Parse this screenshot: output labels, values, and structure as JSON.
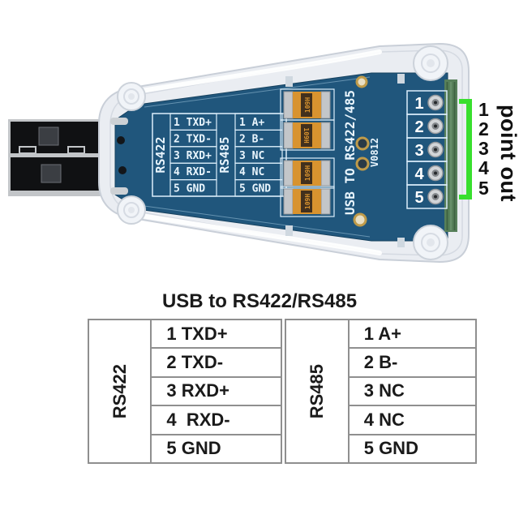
{
  "product": {
    "pcb": {
      "silk_table": {
        "rs422_label": "RS422",
        "rs485_label": "RS485",
        "rs422_pins": [
          "1 TXD+",
          "2 TXD-",
          "3 RXD+",
          "4 RXD-",
          "5 GND"
        ],
        "rs485_pins": [
          "1 A+",
          "2 B-",
          "3 NC",
          "4 NC",
          "5 GND"
        ]
      },
      "marking_main": "USB TO RS422/485",
      "marking_version": "V0812",
      "fuse_label": "109H",
      "terminal_pin_numbers": [
        "1",
        "2",
        "3",
        "4",
        "5"
      ]
    },
    "callout": {
      "numbers": [
        "1",
        "2",
        "3",
        "4",
        "5"
      ],
      "label": "point out"
    }
  },
  "pinout_table": {
    "title": "USB to RS422/RS485",
    "rs422": {
      "label": "RS422",
      "pins": [
        "1 TXD+",
        "2 TXD-",
        "3 RXD+",
        "4  RXD-",
        "5 GND"
      ]
    },
    "rs485": {
      "label": "RS485",
      "pins": [
        "1 A+",
        "2 B-",
        "3 NC",
        "4 NC",
        "5 GND"
      ]
    }
  },
  "colors": {
    "pcb_blue": "#20567c",
    "bracket_green": "#38df2e",
    "component_orange": "#d8932f",
    "terminal_green": "#57805a"
  }
}
